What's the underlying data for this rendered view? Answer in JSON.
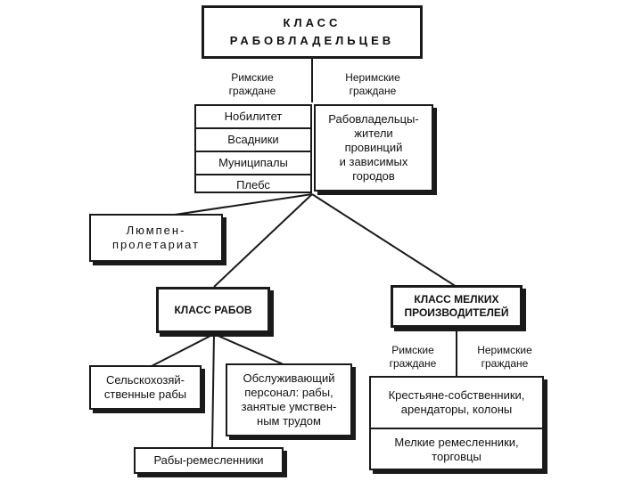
{
  "slaveholders": {
    "title": "КЛАСС\nРАБОВЛАДЕЛЬЦЕВ",
    "roman_header": "Римские\nграждане",
    "nonroman_header": "Неримские\nграждане",
    "roman_items": [
      "Нобилитет",
      "Всадники",
      "Муниципалы",
      "Плебс"
    ],
    "nonroman_text": "Рабовладельцы-\nжители\nпровинций\nи зависимых\nгородов"
  },
  "lumpen": {
    "title": "Люмпен-\nпролетариат"
  },
  "slaves": {
    "title": "КЛАСС РАБОВ",
    "agri": "Сельскохозяй-\nственные рабы",
    "service": "Обслуживающий\nперсонал: рабы,\nзанятые умствен-\nным трудом",
    "artisans": "Рабы-ремесленники"
  },
  "small_producers": {
    "title": "КЛАСС МЕЛКИХ\nПРОИЗВОДИТЕЛЕЙ",
    "roman_header": "Римские\nграждане",
    "nonroman_header": "Неримские\nграждане",
    "peasants": "Крестьяне-собственники,\nарендаторы, колоны",
    "craftsmen": "Мелкие ремесленники,\nторговцы"
  }
}
